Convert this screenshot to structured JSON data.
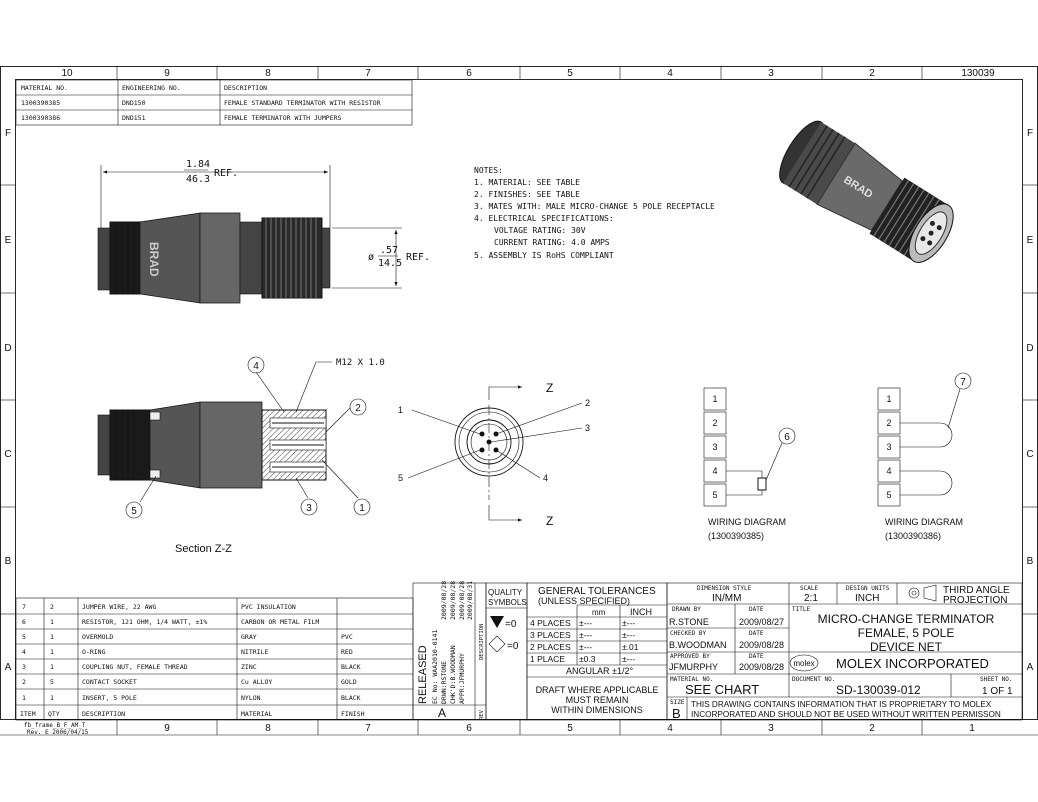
{
  "zones": {
    "top": [
      "10",
      "9",
      "8",
      "7",
      "6",
      "5",
      "4",
      "3",
      "2"
    ],
    "drawing_number_top": "130039",
    "bottom": [
      "9",
      "8",
      "7",
      "6",
      "5",
      "4",
      "3",
      "2",
      "1"
    ],
    "left": [
      "F",
      "E",
      "D",
      "C",
      "B",
      "A"
    ],
    "right": [
      "F",
      "E",
      "D",
      "C",
      "B",
      "A"
    ]
  },
  "material_table": {
    "headers": [
      "MATERIAL NO.",
      "ENGINEERING NO.",
      "DESCRIPTION"
    ],
    "rows": [
      [
        "1300390385",
        "DND150",
        "FEMALE STANDARD TERMINATOR WITH RESISTOR"
      ],
      [
        "1300390386",
        "DND151",
        "FEMALE TERMINATOR WITH JUMPERS"
      ]
    ]
  },
  "dimensions": {
    "length_in": "1.84",
    "length_mm": "46.3",
    "length_ref": "REF.",
    "dia_prefix": "ø",
    "dia_in": ".57",
    "dia_mm": "14.5",
    "dia_ref": "REF.",
    "thread": "M12 X 1.0",
    "brand_mark": "BRAD"
  },
  "notes": [
    "NOTES:",
    "1. MATERIAL: SEE TABLE",
    "2. FINISHES: SEE TABLE",
    "3. MATES WITH: MALE MICRO-CHANGE 5 POLE RECEPTACLE",
    "4. ELECTRICAL SPECIFICATIONS:",
    "VOLTAGE RATING: 30V",
    "CURRENT RATING: 4.0 AMPS",
    "5. ASSEMBLY IS RoHS COMPLIANT"
  ],
  "balloons": [
    "4",
    "2",
    "3",
    "1",
    "5"
  ],
  "section_label": "Section Z-Z",
  "face_view": {
    "z_top": "Z",
    "z_bottom": "Z",
    "leaders": [
      "1",
      "2",
      "3",
      "4",
      "5"
    ]
  },
  "wiring": [
    {
      "pins": [
        "1",
        "2",
        "3",
        "4",
        "5"
      ],
      "balloon": "6",
      "title": "WIRING DIAGRAM",
      "part": "(1300390385)"
    },
    {
      "pins": [
        "1",
        "2",
        "3",
        "4",
        "5"
      ],
      "balloon": "7",
      "title": "WIRING DIAGRAM",
      "part": "(1300390386)"
    }
  ],
  "bom": {
    "headers": [
      "ITEM",
      "QTY",
      "DESCRIPTION",
      "MATERIAL",
      "FINISH"
    ],
    "rows": [
      [
        "7",
        "2",
        "JUMPER WIRE, 22 AWG",
        "PVC INSULATION",
        ""
      ],
      [
        "6",
        "1",
        "RESISTOR, 121 OHM, 1/4 WATT, ±1%",
        "CARBON OR METAL FILM",
        ""
      ],
      [
        "5",
        "1",
        "OVERMOLD",
        "GRAY",
        "PVC"
      ],
      [
        "4",
        "1",
        "O-RING",
        "NITRILE",
        "RED"
      ],
      [
        "3",
        "1",
        "COUPLING NUT, FEMALE THREAD",
        "ZINC",
        "BLACK"
      ],
      [
        "2",
        "5",
        "CONTACT SOCKET",
        "Cu ALLOY",
        "GOLD"
      ],
      [
        "1",
        "1",
        "INSERT, 5 POLE",
        "NYLON",
        "BLACK"
      ]
    ]
  },
  "revision": {
    "released": "RELEASED",
    "ec_no": "EC No: WAA2010-0141",
    "drwn": "DRWN:RSTONE",
    "drwn_date": "2009/08/28",
    "chk": "CHK'D:B.WOODMAN",
    "chk_date": "2009/08/28",
    "appr": "APPR:JFMURPHY",
    "appr_date": "2009/08/31",
    "rev": "A",
    "rev_label": "REV",
    "description_label": "DESCRIPTION",
    "ec_date": "2009/08/28"
  },
  "quality": {
    "title": "QUALITY SYMBOLS",
    "sym1": "=0",
    "sym2": "=0"
  },
  "tolerances": {
    "title": "GENERAL TOLERANCES",
    "subtitle": "(UNLESS SPECIFIED)",
    "col_mm": "mm",
    "col_inch": "INCH",
    "rows": [
      [
        "4 PLACES",
        "±---",
        "±---"
      ],
      [
        "3 PLACES",
        "±---",
        "±---"
      ],
      [
        "2 PLACES",
        "±---",
        "±.01"
      ],
      [
        "1 PLACE",
        "±0.3",
        "±---"
      ]
    ],
    "angular": "ANGULAR ±1/2°",
    "draft": [
      "DRAFT WHERE APPLICABLE",
      "MUST REMAIN",
      "WITHIN DIMENSIONS"
    ]
  },
  "title_block": {
    "dim_style_label": "DIMENSION STYLE",
    "dim_style": "IN/MM",
    "scale_label": "SCALE",
    "scale": "2:1",
    "units_label": "DESIGN UNITS",
    "units": "INCH",
    "projection": [
      "THIRD ANGLE",
      "PROJECTION"
    ],
    "drawn_by_label": "DRAWN BY",
    "drawn_by": "R.STONE",
    "drawn_date": "2009/08/27",
    "checked_by_label": "CHECKED BY",
    "checked_by": "B.WOODMAN",
    "checked_date": "2009/08/28",
    "approved_by_label": "APPROVED BY",
    "approved_by": "JFMURPHY",
    "approved_date": "2009/08/28",
    "date_label": "DATE",
    "title_label": "TITLE",
    "title_lines": [
      "MICRO-CHANGE TERMINATOR",
      "FEMALE, 5 POLE",
      "DEVICE NET"
    ],
    "logo": "molex",
    "company": "MOLEX INCORPORATED",
    "material_no_label": "MATERIAL NO.",
    "material_no": "SEE CHART",
    "document_no_label": "DOCUMENT NO.",
    "document_no": "SD-130039-012",
    "sheet_label": "SHEET NO.",
    "sheet": "1 OF 1",
    "size_label": "SIZE",
    "size": "B",
    "proprietary": [
      "THIS DRAWING CONTAINS INFORMATION THAT IS PROPRIETARY TO MOLEX",
      "INCORPORATED AND SHOULD NOT BE USED WITHOUT WRITTEN PERMISSON"
    ]
  },
  "frame_ref": [
    "fb_frame_B_F_AM_T",
    "Rev. E 2006/04/15"
  ]
}
